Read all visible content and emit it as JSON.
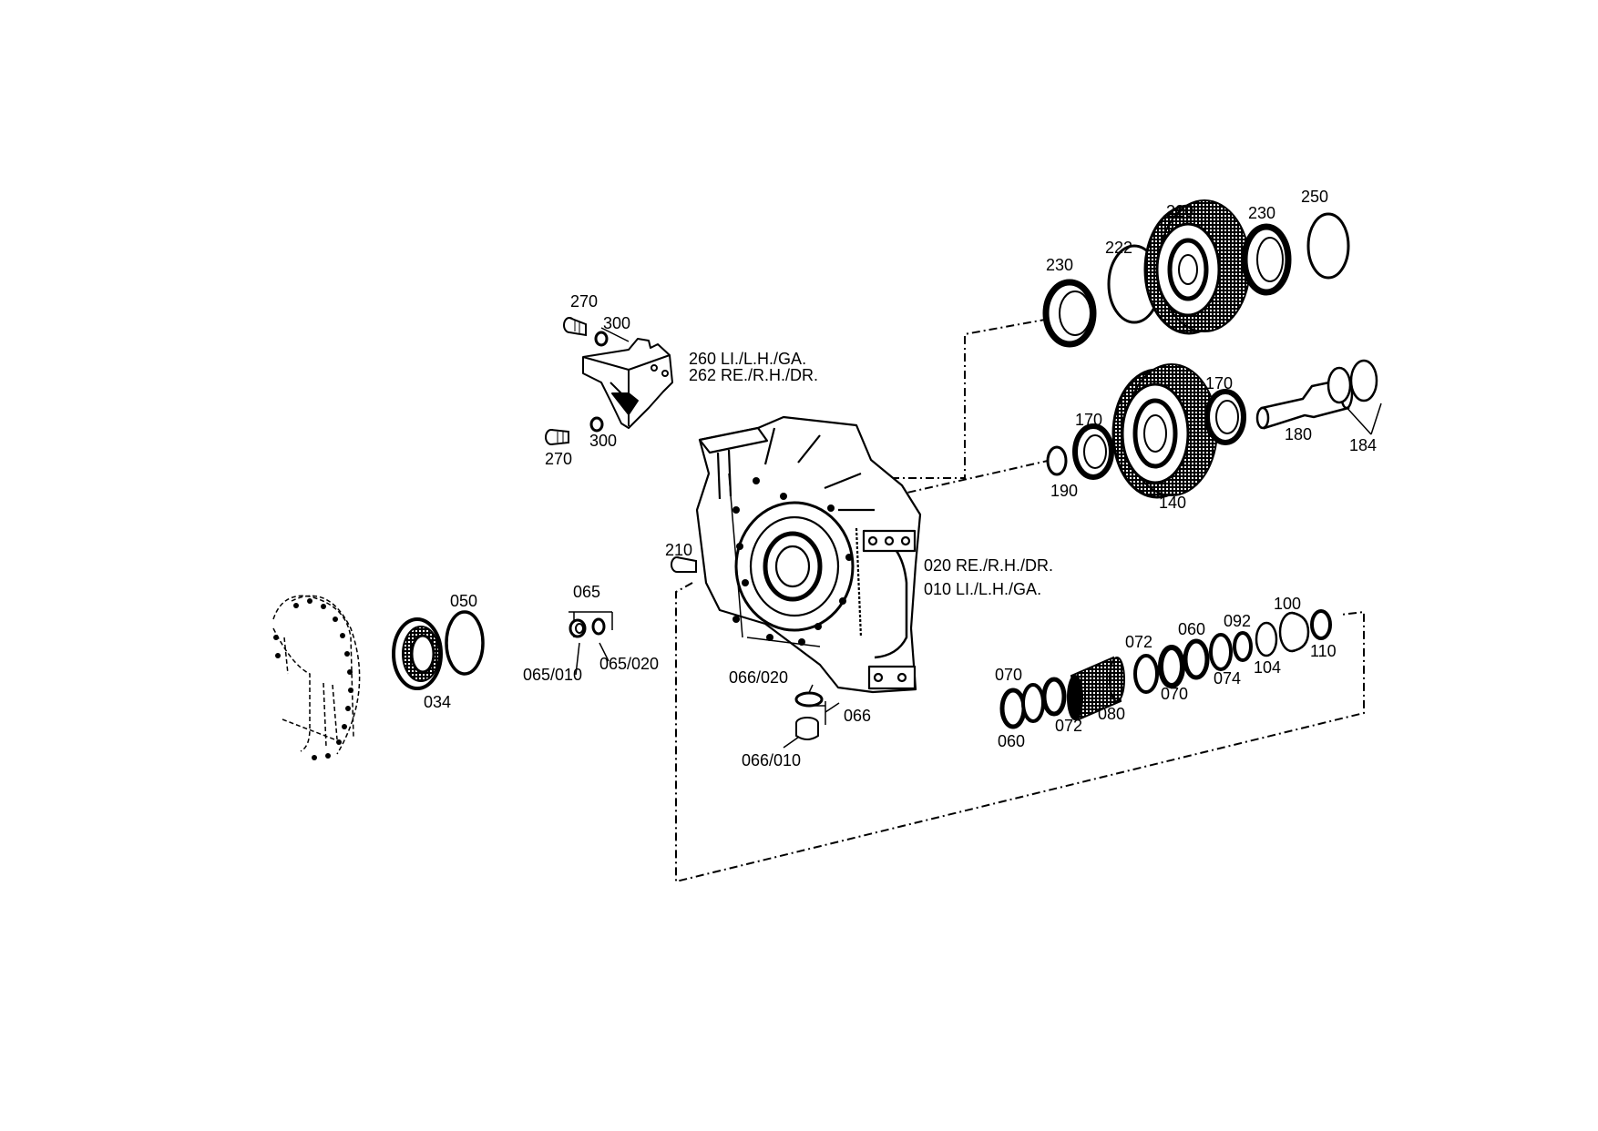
{
  "diagram": {
    "type": "exploded-parts-view",
    "labels": {
      "p270_top": "270",
      "p300_top": "300",
      "p260": "260 LI./L.H./GA.",
      "p262": "262 RE./R.H./DR.",
      "p270_bottom": "270",
      "p300_bottom": "300",
      "p230_left": "230",
      "p222": "222",
      "p220": "220",
      "p230_right": "230",
      "p250": "250",
      "p170_right": "170",
      "p170_left": "170",
      "p180": "180",
      "p184": "184",
      "p190": "190",
      "p140": "140",
      "p210": "210",
      "p020": "020 RE./R.H./DR.",
      "p010": "010 LI./L.H./GA.",
      "p065": "065",
      "p065_010": "065/010",
      "p065_020": "065/020",
      "p050": "050",
      "p034": "034",
      "p066_020": "066/020",
      "p066": "066",
      "p066_010": "066/010",
      "p100": "100",
      "p092": "092",
      "p060_top": "060",
      "p072_top": "072",
      "p110": "110",
      "p074": "074",
      "p104": "104",
      "p070_top": "070",
      "p070_bottom": "070",
      "p080": "080",
      "p072_bottom": "072",
      "p060_bottom": "060"
    }
  }
}
